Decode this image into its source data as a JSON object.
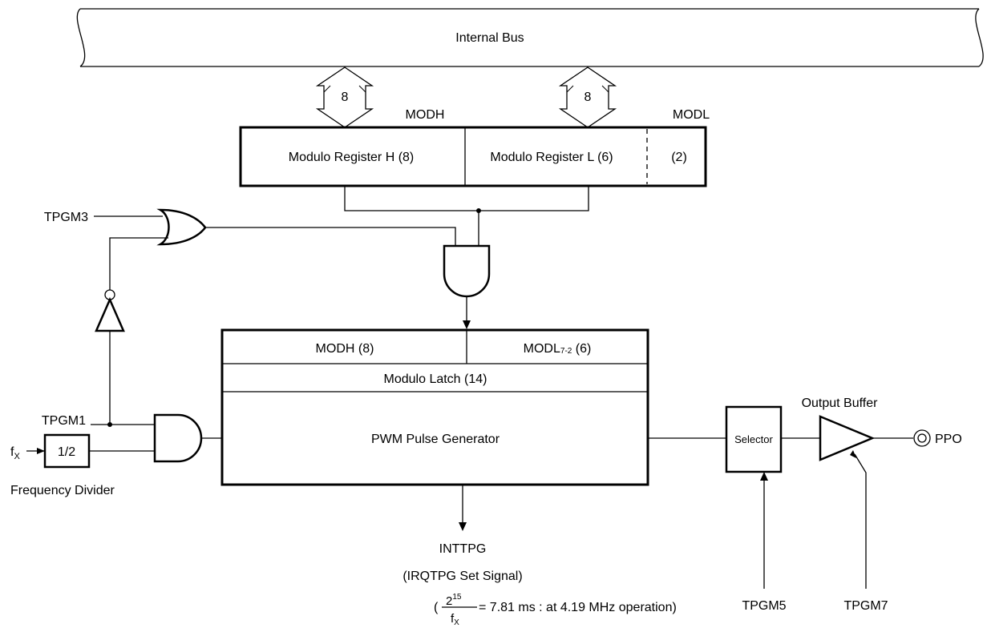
{
  "bus": {
    "label": "Internal Bus"
  },
  "bus_arrows": {
    "left_width": "8",
    "right_width": "8"
  },
  "modulo_register": {
    "modh_tag": "MODH",
    "modl_tag": "MODL",
    "high_label": "Modulo Register H (8)",
    "low_label": "Modulo Register L (6)",
    "extra_label": "(2)"
  },
  "inputs": {
    "tpgm3": "TPGM3",
    "tpgm1": "TPGM1",
    "fx_main": "f",
    "fx_sub": "X",
    "tpgm5": "TPGM5",
    "tpgm7": "TPGM7"
  },
  "divider": {
    "ratio": "1/2",
    "caption": "Frequency Divider"
  },
  "generator": {
    "latch_high": "MODH (8)",
    "latch_low_main": "MODL",
    "latch_low_sub": "7-2",
    "latch_low_tail": " (6)",
    "latch_label": "Modulo Latch (14)",
    "title": "PWM Pulse Generator"
  },
  "selector": {
    "label": "Selector"
  },
  "output": {
    "buffer_label": "Output Buffer",
    "pin": "PPO"
  },
  "interrupt": {
    "name": "INTTPG",
    "desc": "(IRQTPG Set Signal)",
    "open_paren": "(",
    "numerator_base": "2",
    "numerator_exp": "15",
    "denominator_main": "f",
    "denominator_sub": "X",
    "timing": "= 7.81 ms : at 4.19 MHz operation)"
  }
}
